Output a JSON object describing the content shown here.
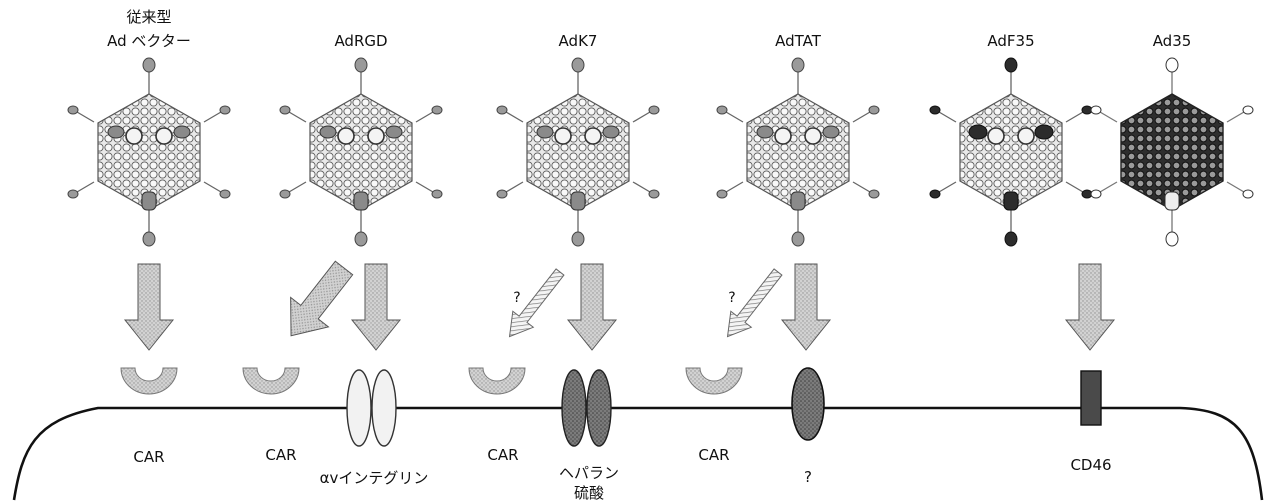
{
  "vectors": [
    {
      "title_line1": "従来型",
      "title_line2": "Ad ベクター",
      "capsid": "standard",
      "fiber": "light"
    },
    {
      "title_line1": "",
      "title_line2": "AdRGD",
      "capsid": "standard",
      "fiber": "light"
    },
    {
      "title_line1": "",
      "title_line2": "AdK7",
      "capsid": "standard",
      "fiber": "light"
    },
    {
      "title_line1": "",
      "title_line2": "AdTAT",
      "capsid": "standard",
      "fiber": "light"
    },
    {
      "title_line1": "",
      "title_line2": "AdF35",
      "capsid": "standard",
      "fiber": "dark"
    },
    {
      "title_line1": "",
      "title_line2": "Ad35",
      "capsid": "dark",
      "fiber": "white"
    }
  ],
  "arrows": {
    "binding": "strong-arrow",
    "weak_binding": "weak-arrow",
    "question_mark": "?"
  },
  "receptors": {
    "car_1": "CAR",
    "car_2": "CAR",
    "integrin": "αvインテグリン",
    "car_3": "CAR",
    "heparan_line1": "ヘパラン",
    "heparan_line2": "硫酸",
    "car_4": "CAR",
    "unknown": "?",
    "cd46": "CD46"
  },
  "colors": {
    "arrow_fill": "#8a8a8a",
    "car_fill": "#c4c4c4",
    "integrin_fill": "#e8e8e8",
    "heparan_fill": "#8c8c8c",
    "unknown_fill": "#6e6e6e",
    "cd46_fill": "#4a4a4a",
    "capsid_light": "#dcdcdc",
    "capsid_dark": "#555555"
  }
}
